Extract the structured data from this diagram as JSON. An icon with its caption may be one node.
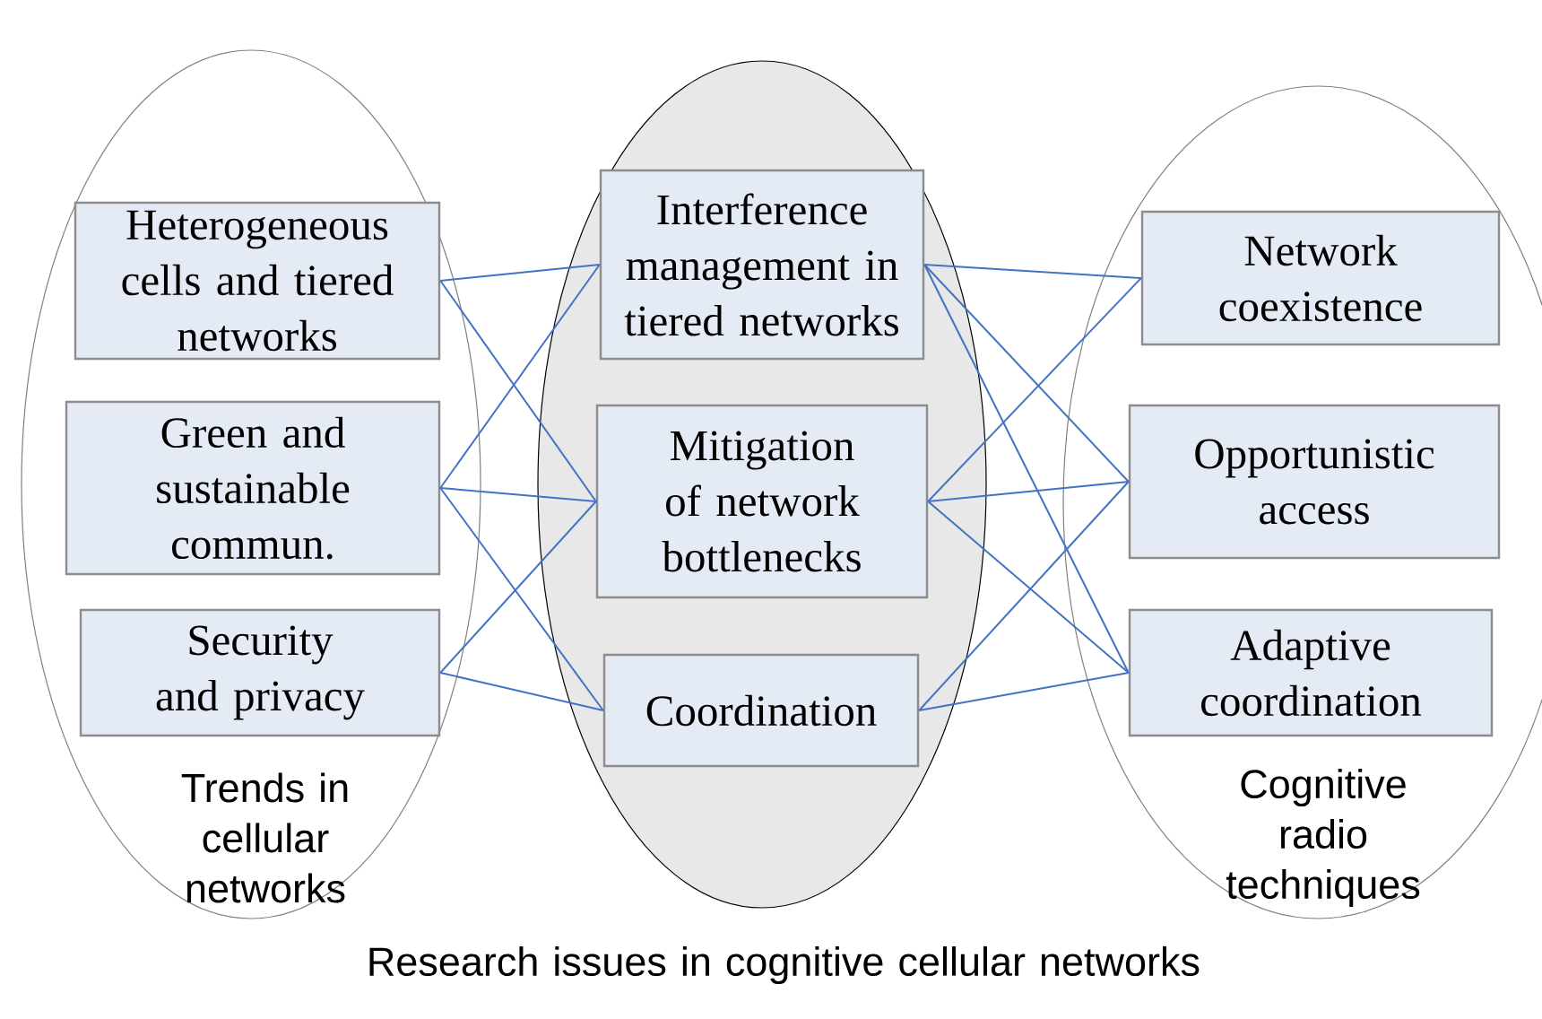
{
  "diagram": {
    "nodes": [
      {
        "text": [
          "Trends in cellular networks"
        ]
      },
      {
        "text": [
          "Heterogeneous cells and tiered networks"
        ],
        "in": 0
      },
      {
        "text": [
          "Green and sustainable commun."
        ],
        "in": 0
      },
      {
        "text": [
          "Security and privacy"
        ],
        "in": 0
      },
      {
        "text": [
          "Research issues in cognitive cellular networks"
        ]
      },
      {
        "text": [
          "Interference management in tiered networks"
        ],
        "in": 4
      },
      {
        "text": [
          "Mitigation of network bottlenecks"
        ],
        "in": 4
      },
      {
        "text": [
          "Coordination"
        ],
        "in": 4
      },
      {
        "text": [
          "Cognitive radio techniques"
        ]
      },
      {
        "text": [
          "Network coexistence"
        ],
        "in": 8
      },
      {
        "text": [
          "Opportunistic access"
        ],
        "in": 8
      },
      {
        "text": [
          "Adaptive coordination"
        ],
        "in": 8
      }
    ],
    "edges": [
      {
        "from": 1,
        "to": 5,
        "arrow": "none"
      },
      {
        "from": 1,
        "to": 6,
        "arrow": "none"
      },
      {
        "from": 2,
        "to": 5,
        "arrow": "none"
      },
      {
        "from": 2,
        "to": 6,
        "arrow": "none"
      },
      {
        "from": 2,
        "to": 7,
        "arrow": "none"
      },
      {
        "from": 3,
        "to": 6,
        "arrow": "none"
      },
      {
        "from": 3,
        "to": 7,
        "arrow": "none"
      },
      {
        "from": 5,
        "to": 9,
        "arrow": "none"
      },
      {
        "from": 5,
        "to": 10,
        "arrow": "none"
      },
      {
        "from": 5,
        "to": 11,
        "arrow": "none"
      },
      {
        "from": 6,
        "to": 9,
        "arrow": "none"
      },
      {
        "from": 6,
        "to": 10,
        "arrow": "none"
      },
      {
        "from": 6,
        "to": 11,
        "arrow": "none"
      },
      {
        "from": 7,
        "to": 10,
        "arrow": "none"
      },
      {
        "from": 7,
        "to": 11,
        "arrow": "none"
      }
    ]
  }
}
